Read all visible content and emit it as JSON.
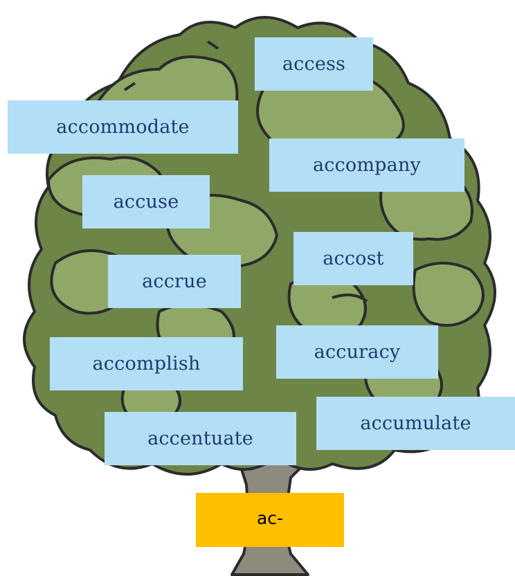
{
  "root": {
    "label": "ac-"
  },
  "words": [
    {
      "id": "access",
      "label": "access"
    },
    {
      "id": "accommodate",
      "label": "accommodate"
    },
    {
      "id": "accompany",
      "label": "accompany"
    },
    {
      "id": "accuse",
      "label": "accuse"
    },
    {
      "id": "accost",
      "label": "accost"
    },
    {
      "id": "accrue",
      "label": "accrue"
    },
    {
      "id": "accuracy",
      "label": "accuracy"
    },
    {
      "id": "accomplish",
      "label": "accomplish"
    },
    {
      "id": "accumulate",
      "label": "accumulate"
    },
    {
      "id": "accentuate",
      "label": "accentuate"
    }
  ],
  "colors": {
    "card": "#b3dff6",
    "card_text": "#1f3a6f",
    "root_card": "#fdbf00",
    "foliage_light": "#8fa867",
    "foliage_dark": "#6e8548",
    "trunk": "#8f8a7e"
  },
  "illustration": "tree-with-word-leaves"
}
